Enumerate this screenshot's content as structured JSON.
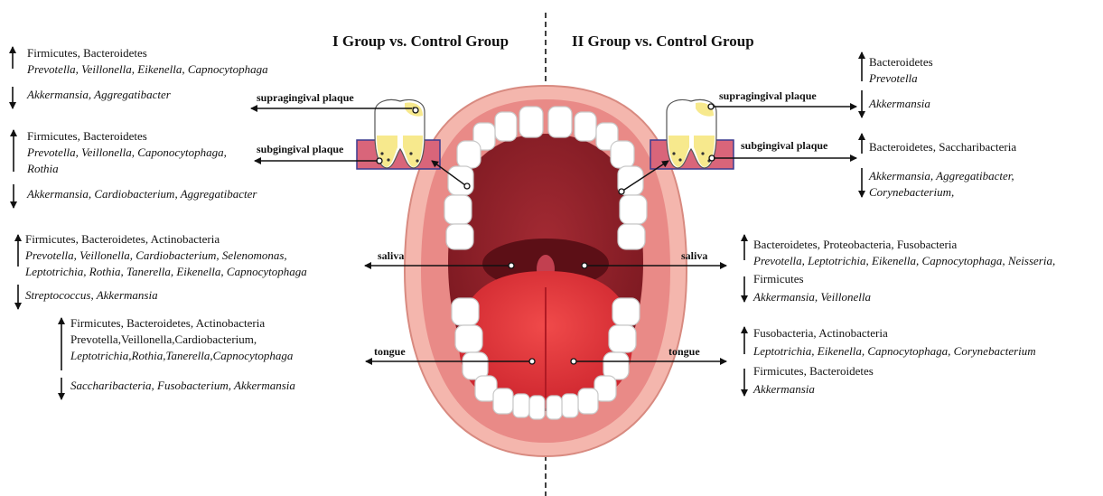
{
  "headers": {
    "left": "I Group vs. Control Group",
    "right": "II Group vs. Control  Group"
  },
  "sites": {
    "supragingival": "supragingival plaque",
    "subgingival": "subgingival plaque",
    "saliva": "saliva",
    "tongue": "tongue"
  },
  "left": {
    "supragingival": {
      "up_phyla": "Firmicutes, Bacteroidetes",
      "up_genera": "Prevotella, Veillonella, Eikenella, Capnocytophaga",
      "down_genera": "Akkermansia, Aggregatibacter"
    },
    "subgingival": {
      "up_phyla": "Firmicutes, Bacteroidetes",
      "up_genera_1": "Prevotella, Veillonella, Caponocytophaga,",
      "up_genera_2": "Rothia",
      "down_genera": "Akkermansia, Cardiobacterium, Aggregatibacter"
    },
    "saliva": {
      "up_phyla": "Firmicutes, Bacteroidetes, Actinobacteria",
      "up_genera_1": "Prevotella, Veillonella, Cardiobacterium, Selenomonas,",
      "up_genera_2": "Leptotrichia, Rothia, Tanerella, Eikenella, Capnocytophaga",
      "down_genera": "Streptococcus, Akkermansia"
    },
    "tongue": {
      "up_phyla": "Firmicutes, Bacteroidetes, Actinobacteria",
      "up_genera_1": "Prevotella,Veillonella,Cardiobacterium,",
      "up_genera_2": "Leptotrichia,Rothia,Tanerella,Capnocytophaga",
      "down_genera": "Saccharibacteria, Fusobacterium, Akkermansia"
    }
  },
  "right": {
    "supragingival": {
      "up_phyla": "Bacteroidetes",
      "up_genera": "Prevotella",
      "down_genera": "Akkermansia"
    },
    "subgingival": {
      "up_phyla": "Bacteroidetes, Saccharibacteria",
      "down_genera_1": "Akkermansia, Aggregatibacter,",
      "down_genera_2": "Corynebacterium,"
    },
    "saliva": {
      "up_phyla": "Bacteroidetes,  Proteobacteria, Fusobacteria",
      "up_genera": "Prevotella, Leptotrichia, Eikenella, Capnocytophaga, Neisseria,",
      "down_phyla": "Firmicutes",
      "down_genera": "Akkermansia, Veillonella"
    },
    "tongue": {
      "up_phyla": "Fusobacteria, Actinobacteria",
      "up_genera": "Leptotrichia, Eikenella, Capnocytophaga, Corynebacterium",
      "down_phyla": "Firmicutes, Bacteroidetes",
      "down_genera": "Akkermansia"
    }
  }
}
